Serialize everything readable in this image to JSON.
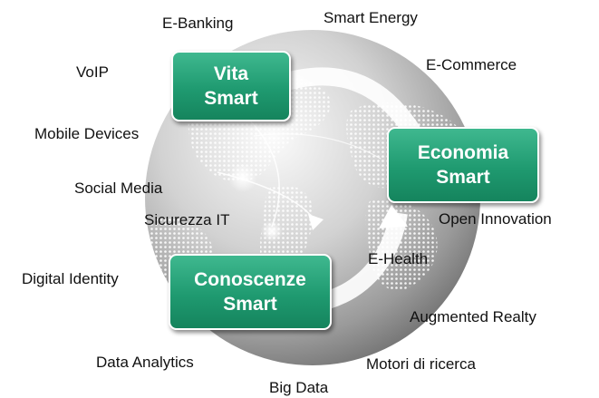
{
  "pillars": [
    {
      "line1": "Vita",
      "line2": "Smart"
    },
    {
      "line1": "Economia",
      "line2": "Smart"
    },
    {
      "line1": "Conoscenze",
      "line2": "Smart"
    }
  ],
  "terms": [
    "E-Banking",
    "Smart Energy",
    "VoIP",
    "E-Commerce",
    "Mobile Devices",
    "Social Media",
    "Sicurezza IT",
    "Open Innovation",
    "E-Health",
    "Digital Identity",
    "Augmented Realty",
    "Data Analytics",
    "Motori di ricerca",
    "Big Data"
  ],
  "colors": {
    "box_green": "#1f9a70",
    "box_text": "#ffffff",
    "globe_gray": "#8a8a8a",
    "term_text": "#111111"
  }
}
